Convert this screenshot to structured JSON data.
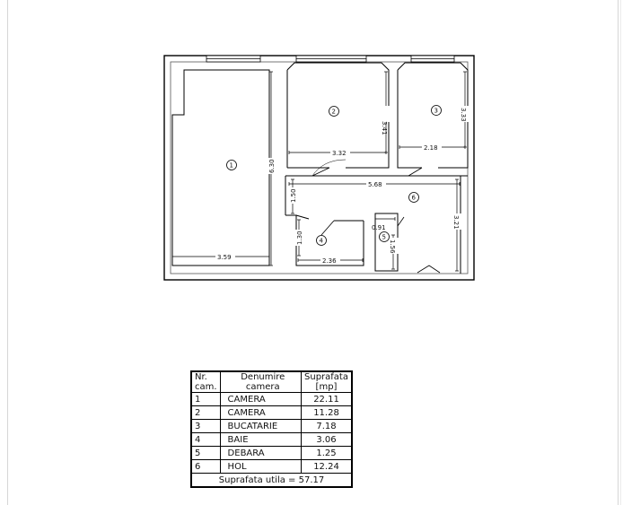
{
  "rooms": [
    {
      "nr": "1",
      "name": "CAMERA",
      "area": "22.11"
    },
    {
      "nr": "2",
      "name": "CAMERA",
      "area": "11.28"
    },
    {
      "nr": "3",
      "name": "BUCATARIE",
      "area": "7.18"
    },
    {
      "nr": "4",
      "name": "BAIE",
      "area": "3.06"
    },
    {
      "nr": "5",
      "name": "DEBARA",
      "area": "1.25"
    },
    {
      "nr": "6",
      "name": "HOL",
      "area": "12.24"
    }
  ],
  "table": {
    "col_nr_line1": "Nr.",
    "col_nr_line2": "cam.",
    "col_name_line1": "Denumire",
    "col_name_line2": "camera",
    "col_area_line1": "Suprafata",
    "col_area_line2": "[mp]",
    "total": "Suprafata utila = 57.17"
  },
  "plan": {
    "room_markers": [
      "1",
      "2",
      "3",
      "4",
      "5",
      "6"
    ],
    "dimensions": {
      "d1_height": "6.30",
      "d1_width": "3.59",
      "d2_height": "3.41",
      "d2_width": "3.32",
      "d3_height": "3.33",
      "d3_width": "2.18",
      "hall_width": "5.68",
      "hall_depth": "1.50",
      "hall_height": "3.21",
      "bath_height": "1.30",
      "bath_width": "2.36",
      "pantry_width": "0.91",
      "pantry_height": "1.56"
    }
  }
}
